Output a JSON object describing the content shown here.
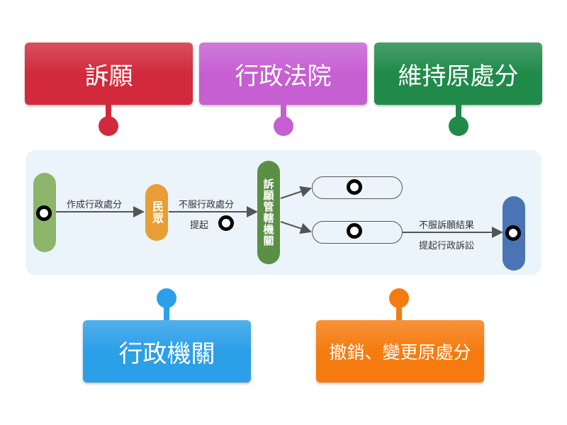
{
  "labels": [
    {
      "text": "訴願",
      "color": "#d22a3c"
    },
    {
      "text": "行政法院",
      "color": "#c65fd2"
    },
    {
      "text": "維持原處分",
      "color": "#208a4a"
    },
    {
      "text": "行政機關",
      "color": "#2b9fe8"
    },
    {
      "text": "撤銷、變更原處分",
      "color": "#f57b0e"
    }
  ],
  "diagram": {
    "arrow1_label": "作成行政處分",
    "people": "民眾",
    "arrow2_label_top": "不服行政處分",
    "arrow2_label_bottom": "提起",
    "authority": "訴願管轄機關",
    "arrow3_label_top": "不服訴願結果",
    "arrow3_label_bottom": "提起行政訴訟"
  }
}
